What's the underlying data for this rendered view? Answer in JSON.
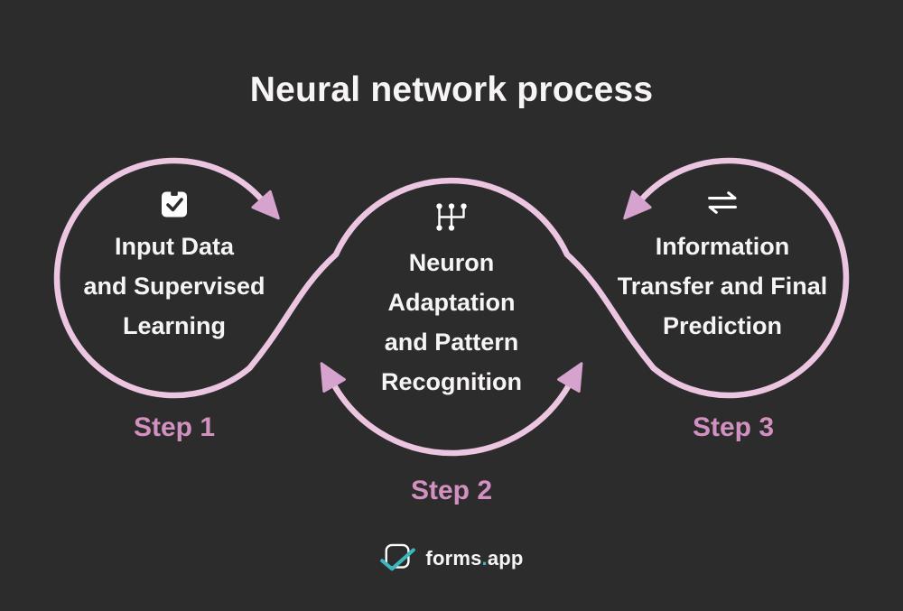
{
  "title": "Neural network process",
  "colors": {
    "background": "#2d2c2c",
    "line_pink": "#ecc6e1",
    "arrow_pink": "#d5a3cd",
    "step_label_pink": "#d391c1",
    "text_white": "#f6f4f5",
    "brand_teal": "#3ab7bf"
  },
  "steps": [
    {
      "label": "Step 1",
      "icon": "task-check-icon",
      "lines": [
        "Input Data",
        "and Supervised",
        "Learning"
      ]
    },
    {
      "label": "Step 2",
      "icon": "gearbox-nodes-icon",
      "lines": [
        "Neuron",
        "Adaptation",
        "and Pattern",
        "Recognition"
      ]
    },
    {
      "label": "Step 3",
      "icon": "transfer-arrows-icon",
      "lines": [
        "Information",
        "Transfer and Final",
        "Prediction"
      ]
    }
  ],
  "footer": {
    "brand_name": "forms",
    "brand_separator": ".",
    "brand_tld": "app",
    "logo_icon": "forms-app-check-logo"
  }
}
